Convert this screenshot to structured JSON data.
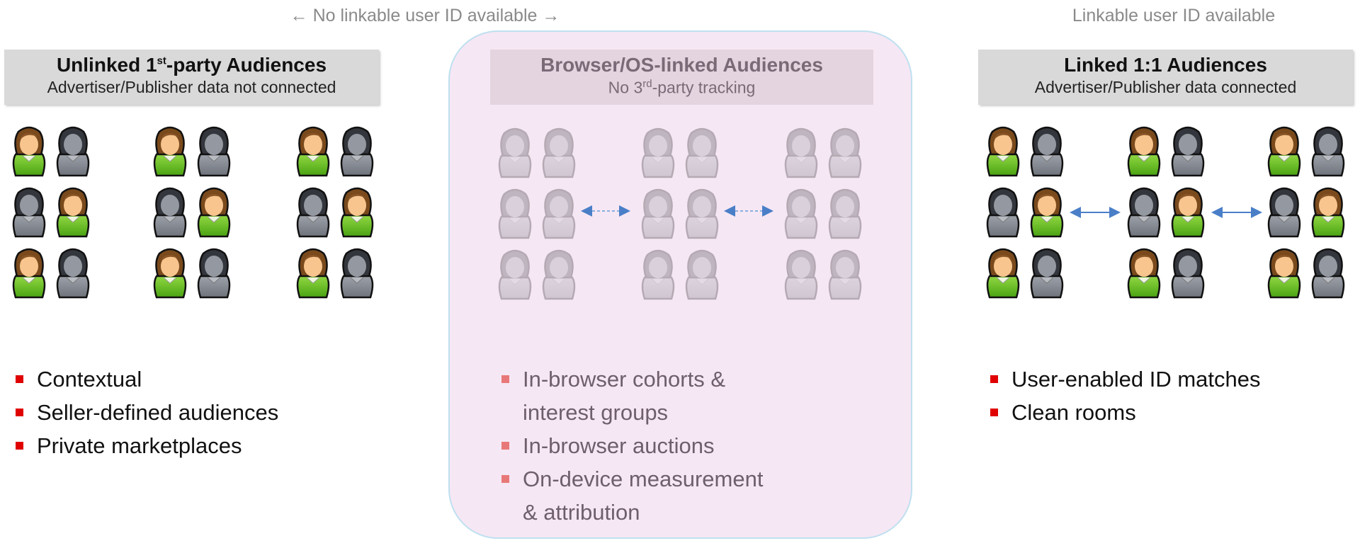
{
  "top_labels": {
    "left": "← No linkable user ID available →",
    "right": "Linkable user ID available"
  },
  "columns": [
    {
      "title_pre": "Unlinked 1",
      "title_sup": "st",
      "title_post": "-party Audiences",
      "subtitle": "Advertiser/Publisher data not connected",
      "bullets": [
        "Contextual",
        "Seller-defined audiences",
        "Private marketplaces"
      ]
    },
    {
      "title": "Browser/OS-linked Audiences",
      "subtitle_pre": "No 3",
      "subtitle_sup": "rd",
      "subtitle_post": "-party tracking",
      "bullets": [
        "In-browser cohorts &",
        "interest groups",
        "In-browser auctions",
        "On-device measurement",
        "& attribution"
      ]
    },
    {
      "title": "Linked 1:1 Audiences",
      "subtitle": "Advertiser/Publisher data connected",
      "bullets": [
        "User-enabled ID matches",
        "Clean rooms"
      ]
    }
  ],
  "colors": {
    "bullet": "#e00000",
    "pink_panel": "#f6e7f4",
    "arrow": "#4a7fc8"
  }
}
